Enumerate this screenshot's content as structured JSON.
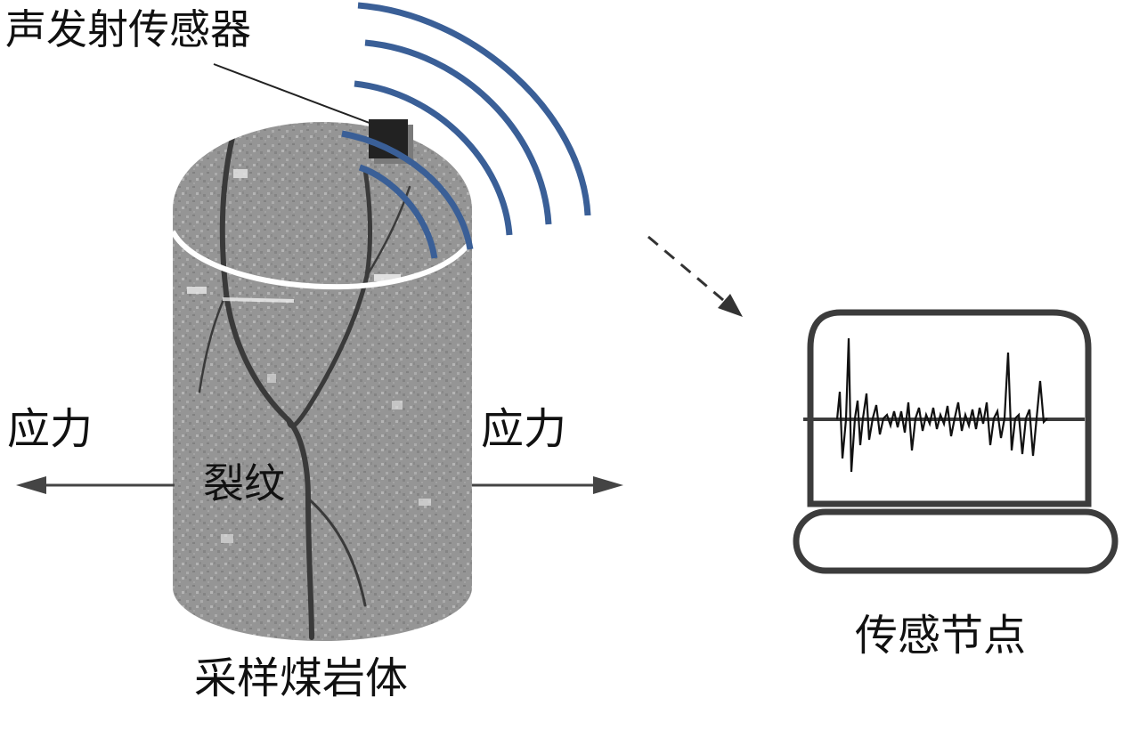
{
  "labels": {
    "sensor": "声发射传感器",
    "stress_left": "应力",
    "stress_right": "应力",
    "crack": "裂纹",
    "sample": "采样煤岩体",
    "node": "传感节点"
  },
  "colors": {
    "wave": "#3a5f97",
    "rock": "#9a9a9a",
    "crack": "#3a3a3a",
    "sensor": "#222222",
    "outline": "#3c3c3c",
    "arrow": "#444444"
  },
  "icons": {
    "sensor": "acoustic-emission-sensor-icon",
    "node": "monitor-icon",
    "signal": "waveform-icon"
  }
}
